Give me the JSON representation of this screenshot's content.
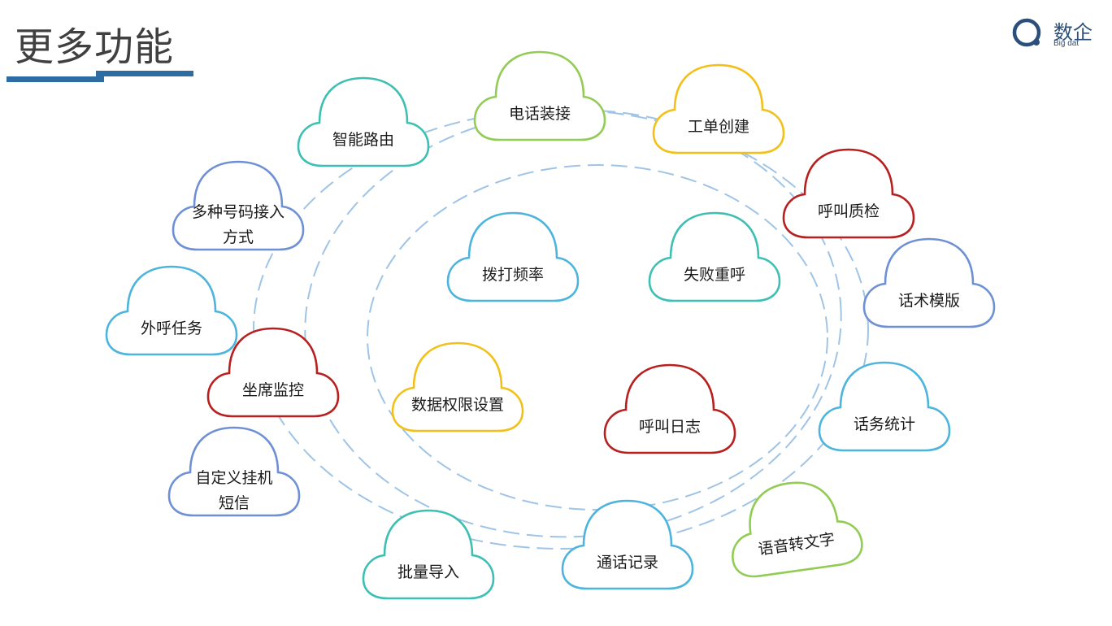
{
  "page": {
    "title": "更多功能"
  },
  "logo": {
    "name": "数企",
    "subtitle": "Big dat"
  },
  "colors": {
    "title_bar": "#2e6da4",
    "ring": "#9fc4e6",
    "teal": "#3dbfb3",
    "green": "#92cc55",
    "yellow": "#f2c018",
    "red": "#b81f1f",
    "blue": "#6e90d4",
    "skyblue": "#4cb4dd"
  },
  "clouds": [
    {
      "id": "smart-routing",
      "lines": [
        "智能路由"
      ],
      "color": "teal"
    },
    {
      "id": "call-connect",
      "lines": [
        "电话装接"
      ],
      "color": "green"
    },
    {
      "id": "ticket-create",
      "lines": [
        "工单创建"
      ],
      "color": "yellow"
    },
    {
      "id": "call-quality",
      "lines": [
        "呼叫质检"
      ],
      "color": "red"
    },
    {
      "id": "script-template",
      "lines": [
        "话术模版"
      ],
      "color": "blue"
    },
    {
      "id": "multi-number",
      "lines": [
        "多种号码接入",
        "方式"
      ],
      "color": "blue"
    },
    {
      "id": "dial-frequency",
      "lines": [
        "拨打频率"
      ],
      "color": "skyblue"
    },
    {
      "id": "fail-redial",
      "lines": [
        "失败重呼"
      ],
      "color": "teal"
    },
    {
      "id": "outbound-task",
      "lines": [
        "外呼任务"
      ],
      "color": "skyblue"
    },
    {
      "id": "seat-monitor",
      "lines": [
        "坐席监控"
      ],
      "color": "red"
    },
    {
      "id": "data-permission",
      "lines": [
        "数据权限设置"
      ],
      "color": "yellow"
    },
    {
      "id": "call-log",
      "lines": [
        "呼叫日志"
      ],
      "color": "red"
    },
    {
      "id": "call-stats",
      "lines": [
        "话务统计"
      ],
      "color": "skyblue"
    },
    {
      "id": "custom-sms",
      "lines": [
        "自定义挂机",
        "短信"
      ],
      "color": "blue"
    },
    {
      "id": "batch-import",
      "lines": [
        "批量导入"
      ],
      "color": "teal"
    },
    {
      "id": "call-records",
      "lines": [
        "通话记录"
      ],
      "color": "skyblue"
    },
    {
      "id": "speech-to-text",
      "lines": [
        "语音转文字"
      ],
      "color": "green"
    }
  ]
}
